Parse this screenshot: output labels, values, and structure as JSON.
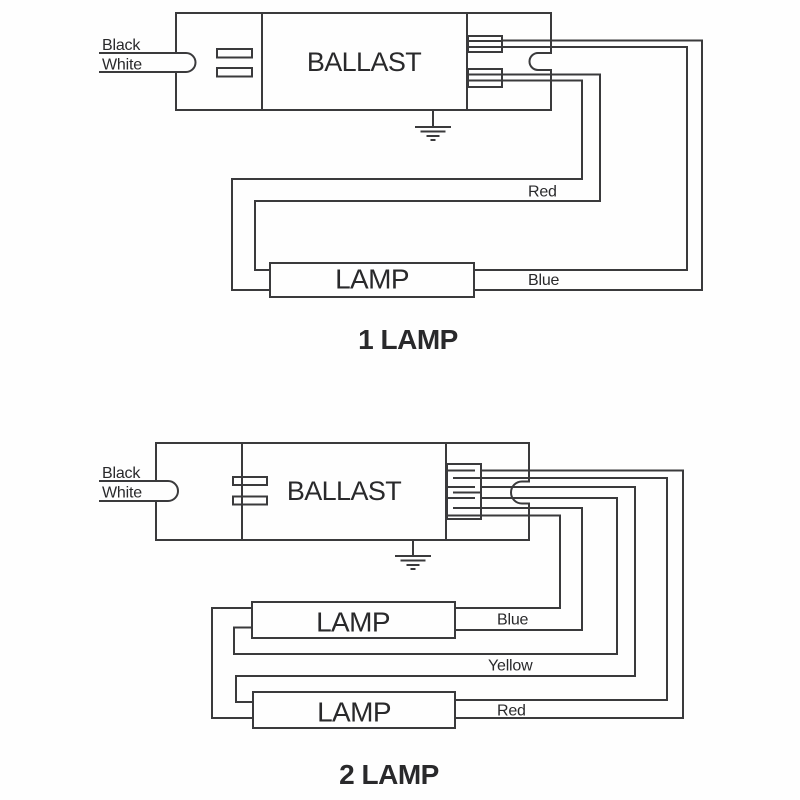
{
  "colors": {
    "line": "#3a3a3c",
    "text": "#29292b",
    "background": "#fefefe"
  },
  "diagram1": {
    "title": "1 LAMP",
    "ballast_label": "BALLAST",
    "lamp_label": "LAMP",
    "input": {
      "black": "Black",
      "white": "White"
    },
    "wires": {
      "red": "Red",
      "blue": "Blue"
    }
  },
  "diagram2": {
    "title": "2 LAMP",
    "ballast_label": "BALLAST",
    "lamp_top_label": "LAMP",
    "lamp_bottom_label": "LAMP",
    "input": {
      "black": "Black",
      "white": "White"
    },
    "wires": {
      "blue": "Blue",
      "yellow": "Yellow",
      "red": "Red"
    }
  }
}
